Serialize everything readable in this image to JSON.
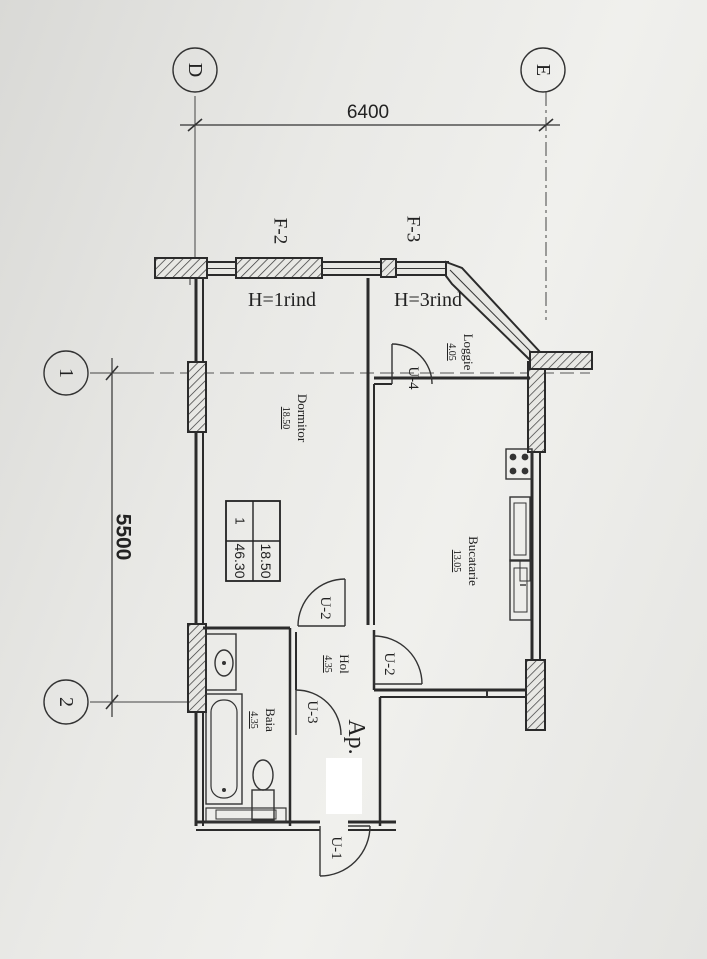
{
  "axes": {
    "D": "D",
    "E": "E",
    "one": "1",
    "two": "2"
  },
  "dimensions": {
    "width": "6400",
    "depth": "5500"
  },
  "windows": {
    "f2": "F-2",
    "f3": "F-3",
    "h1": "H=1rind",
    "h3": "H=3rind"
  },
  "rooms": {
    "dormitor": {
      "name": "Dormitor",
      "area": "18.50"
    },
    "bucatarie": {
      "name": "Bucatarie",
      "area": "13.05"
    },
    "loggie": {
      "name": "Loggie",
      "area": "4.05"
    },
    "hol": {
      "name": "Hol",
      "area": "4.35"
    },
    "baia": {
      "name": "Baia",
      "area": "4.35"
    }
  },
  "doors": {
    "u1": "U-1",
    "u2a": "U-2",
    "u2b": "U-2",
    "u3": "U-3",
    "u4": "U-4"
  },
  "apartment": {
    "label": "Ap.",
    "rooms_count": "1",
    "living_area": "18.50",
    "total_area": "46.30"
  }
}
